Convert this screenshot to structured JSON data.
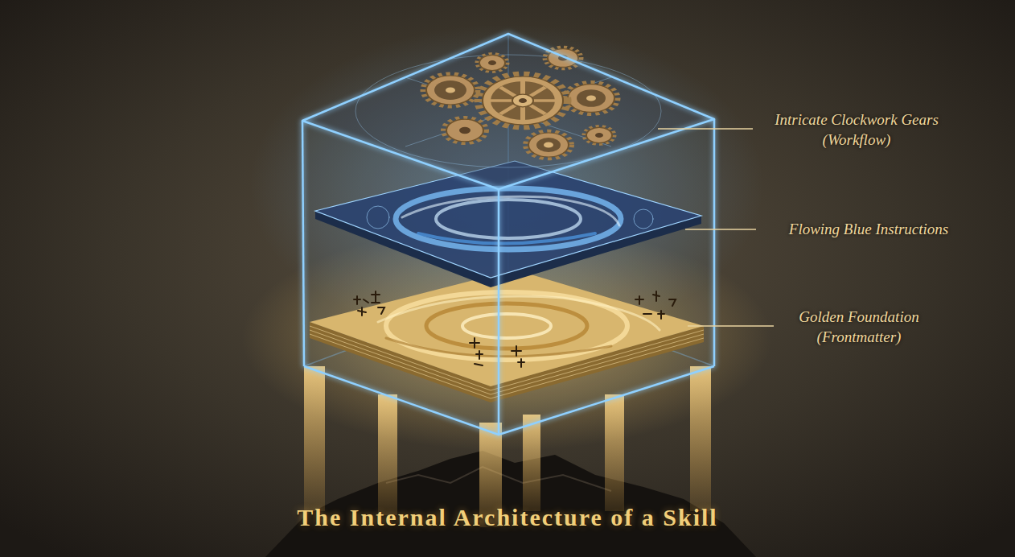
{
  "diagram": {
    "title": "The Internal Architecture of a Skill",
    "labels": [
      "Intricate Clockwork Gears (Workflow)",
      "Flowing Blue Instructions",
      "Golden Foundation (Frontmatter)"
    ]
  }
}
